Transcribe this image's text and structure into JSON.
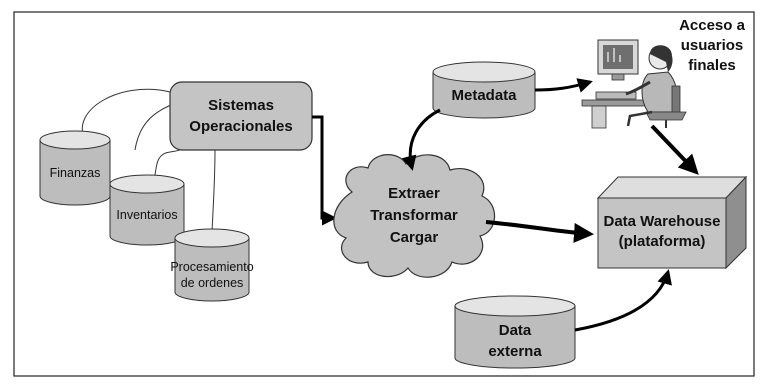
{
  "diagram": {
    "sistemas_operacionales": {
      "line1": "Sistemas",
      "line2": "Operacionales"
    },
    "sources": [
      {
        "id": "finanzas",
        "line1": "Finanzas",
        "line2": ""
      },
      {
        "id": "inventarios",
        "line1": "Inventarios",
        "line2": ""
      },
      {
        "id": "procesamiento",
        "line1": "Procesamiento",
        "line2": "de ordenes"
      }
    ],
    "metadata": {
      "label": "Metadata"
    },
    "etl": {
      "line1": "Extraer",
      "line2": "Transformar",
      "line3": "Cargar"
    },
    "data_warehouse": {
      "line1": "Data Warehouse",
      "line2": "(plataforma)"
    },
    "data_externa": {
      "line1": "Data",
      "line2": "externa"
    },
    "users": {
      "line1": "Acceso a",
      "line2": "usuarios",
      "line3": "finales"
    }
  },
  "colors": {
    "box_fill": "#c4c4c4",
    "box_top": "#dedede",
    "box_side": "#8f8f8f",
    "cylinder_fill": "#bdbdbd",
    "cylinder_top": "#e4e4e4",
    "arrow": "#000000",
    "frame": "#222222"
  }
}
